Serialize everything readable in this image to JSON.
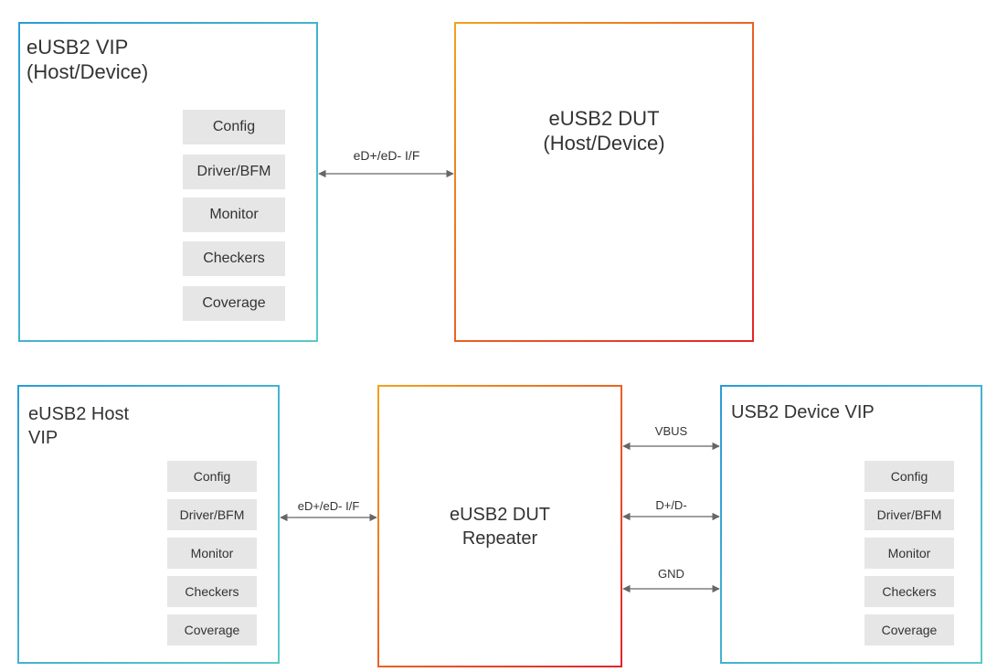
{
  "colors": {
    "vip_border_start": "#2b9bd6",
    "vip_border_end": "#5cc9c9",
    "dut_border_start": "#f0a21c",
    "dut_border_end": "#e2232a",
    "component_fill": "#e6e6e6",
    "arrow": "#666666"
  },
  "top": {
    "vip": {
      "title_line1": "eUSB2 VIP",
      "title_line2": "(Host/Device)",
      "components": [
        "Config",
        "Driver/BFM",
        "Monitor",
        "Checkers",
        "Coverage"
      ]
    },
    "interface_label": "eD+/eD- I/F",
    "dut": {
      "title_line1": "eUSB2 DUT",
      "title_line2": "(Host/Device)"
    }
  },
  "bottom": {
    "host_vip": {
      "title_line1": "eUSB2 Host",
      "title_line2": "VIP",
      "components": [
        "Config",
        "Driver/BFM",
        "Monitor",
        "Checkers",
        "Coverage"
      ]
    },
    "interface_label": "eD+/eD- I/F",
    "repeater": {
      "title_line1": "eUSB2 DUT",
      "title_line2": "Repeater"
    },
    "signals": [
      "VBUS",
      "D+/D-",
      "GND"
    ],
    "device_vip": {
      "title": "USB2 Device VIP",
      "components": [
        "Config",
        "Driver/BFM",
        "Monitor",
        "Checkers",
        "Coverage"
      ]
    }
  }
}
